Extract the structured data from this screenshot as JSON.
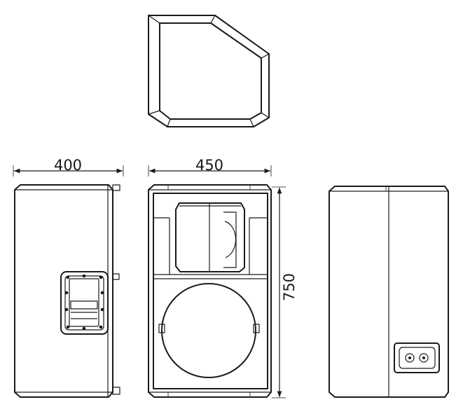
{
  "dimensions": {
    "side_width": "400",
    "front_width": "450",
    "height": "750"
  }
}
